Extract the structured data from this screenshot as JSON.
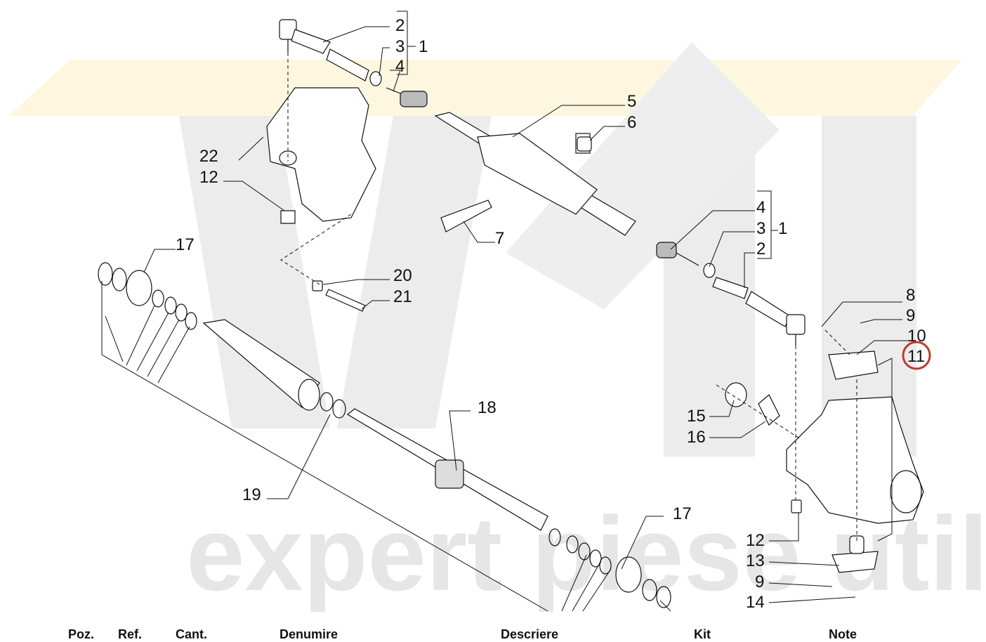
{
  "watermark": {
    "text": "expert piese utilaje"
  },
  "callouts": [
    "1",
    "2",
    "3",
    "4",
    "5",
    "6",
    "7",
    "8",
    "9",
    "10",
    "11",
    "12",
    "13",
    "14",
    "15",
    "16",
    "17",
    "18",
    "19",
    "20",
    "21",
    "22"
  ],
  "highlighted_callout": "11",
  "colors": {
    "highlight": "#c0392b",
    "watermark_gray": "#e6e6e6",
    "watermark_yellow": "#fdf7e0"
  },
  "table_header": [
    "Poz.",
    "Ref.",
    "Cant.",
    "Denumire",
    "Descriere",
    "Kit",
    "Note"
  ]
}
